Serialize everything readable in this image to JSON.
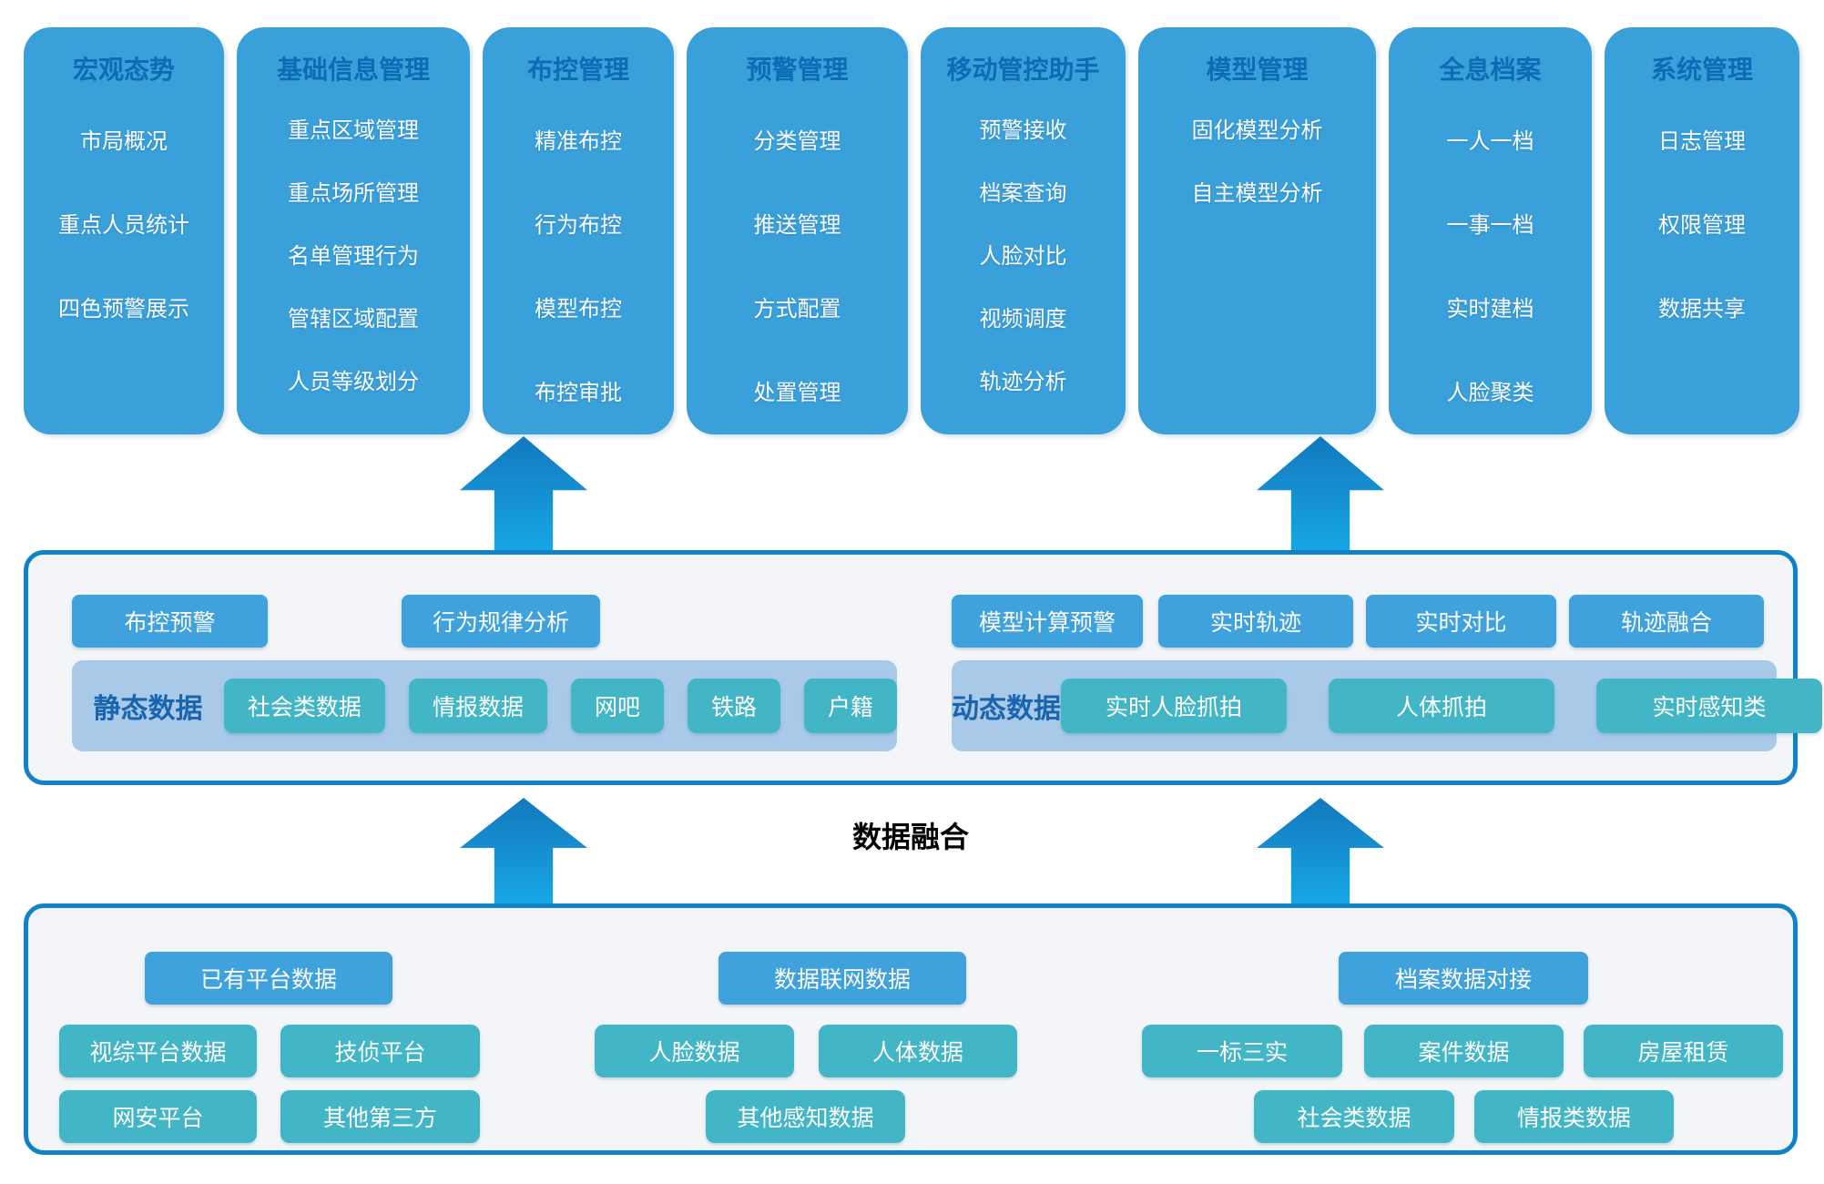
{
  "top_modules": [
    {
      "title": "宏观态势",
      "items": [
        "市局概况",
        "重点人员统计",
        "四色预警展示"
      ]
    },
    {
      "title": "基础信息管理",
      "items": [
        "重点区域管理",
        "重点场所管理",
        "名单管理行为",
        "管辖区域配置",
        "人员等级划分"
      ]
    },
    {
      "title": "布控管理",
      "items": [
        "精准布控",
        "行为布控",
        "模型布控",
        "布控审批"
      ]
    },
    {
      "title": "预警管理",
      "items": [
        "分类管理",
        "推送管理",
        "方式配置",
        "处置管理"
      ]
    },
    {
      "title": "移动管控助手",
      "items": [
        "预警接收",
        "档案查询",
        "人脸对比",
        "视频调度",
        "轨迹分析"
      ]
    },
    {
      "title": "模型管理",
      "items": [
        "固化模型分析",
        "自主模型分析"
      ]
    },
    {
      "title": "全息档案",
      "items": [
        "一人一档",
        "一事一档",
        "实时建档",
        "人脸聚类"
      ]
    },
    {
      "title": "系统管理",
      "items": [
        "日志管理",
        "权限管理",
        "数据共享"
      ]
    }
  ],
  "analysis_layer": {
    "left": {
      "buttons": [
        "布控预警",
        "行为规律分析"
      ],
      "panel_label": "静态数据",
      "panel_items": [
        "社会类数据",
        "情报数据",
        "网吧",
        "铁路",
        "户籍"
      ]
    },
    "right": {
      "buttons": [
        "模型计算预警",
        "实时轨迹",
        "实时对比",
        "轨迹融合"
      ],
      "panel_label": "动态数据",
      "panel_items": [
        "实时人脸抓拍",
        "人体抓拍",
        "实时感知类"
      ]
    }
  },
  "fusion_label": "数据融合",
  "data_layer": {
    "groups": [
      {
        "header": "已有平台数据",
        "row1": [
          "视综平台数据",
          "技侦平台"
        ],
        "row2": [
          "网安平台",
          "其他第三方"
        ]
      },
      {
        "header": "数据联网数据",
        "row1": [
          "人脸数据",
          "人体数据"
        ],
        "row2": [
          "其他感知数据"
        ]
      },
      {
        "header": "档案数据对接",
        "row1": [
          "一标三实",
          "案件数据",
          "房屋租赁"
        ],
        "row2": [
          "社会类数据",
          "情报类数据"
        ]
      }
    ]
  },
  "colors": {
    "card_bg": "#3AA0DA",
    "card_title": "#0E6CB4",
    "box_border": "#1182C8",
    "box_bg": "#F3F5F8",
    "button_blue": "#3FA2DC",
    "panel_bg": "#A9C9E9",
    "panel_label": "#1A65B0",
    "chip_teal": "#42B6C6",
    "arrow_gradient_top": "#1478BD",
    "arrow_gradient_bottom": "#17A7E6",
    "fusion_text": "#000000"
  }
}
